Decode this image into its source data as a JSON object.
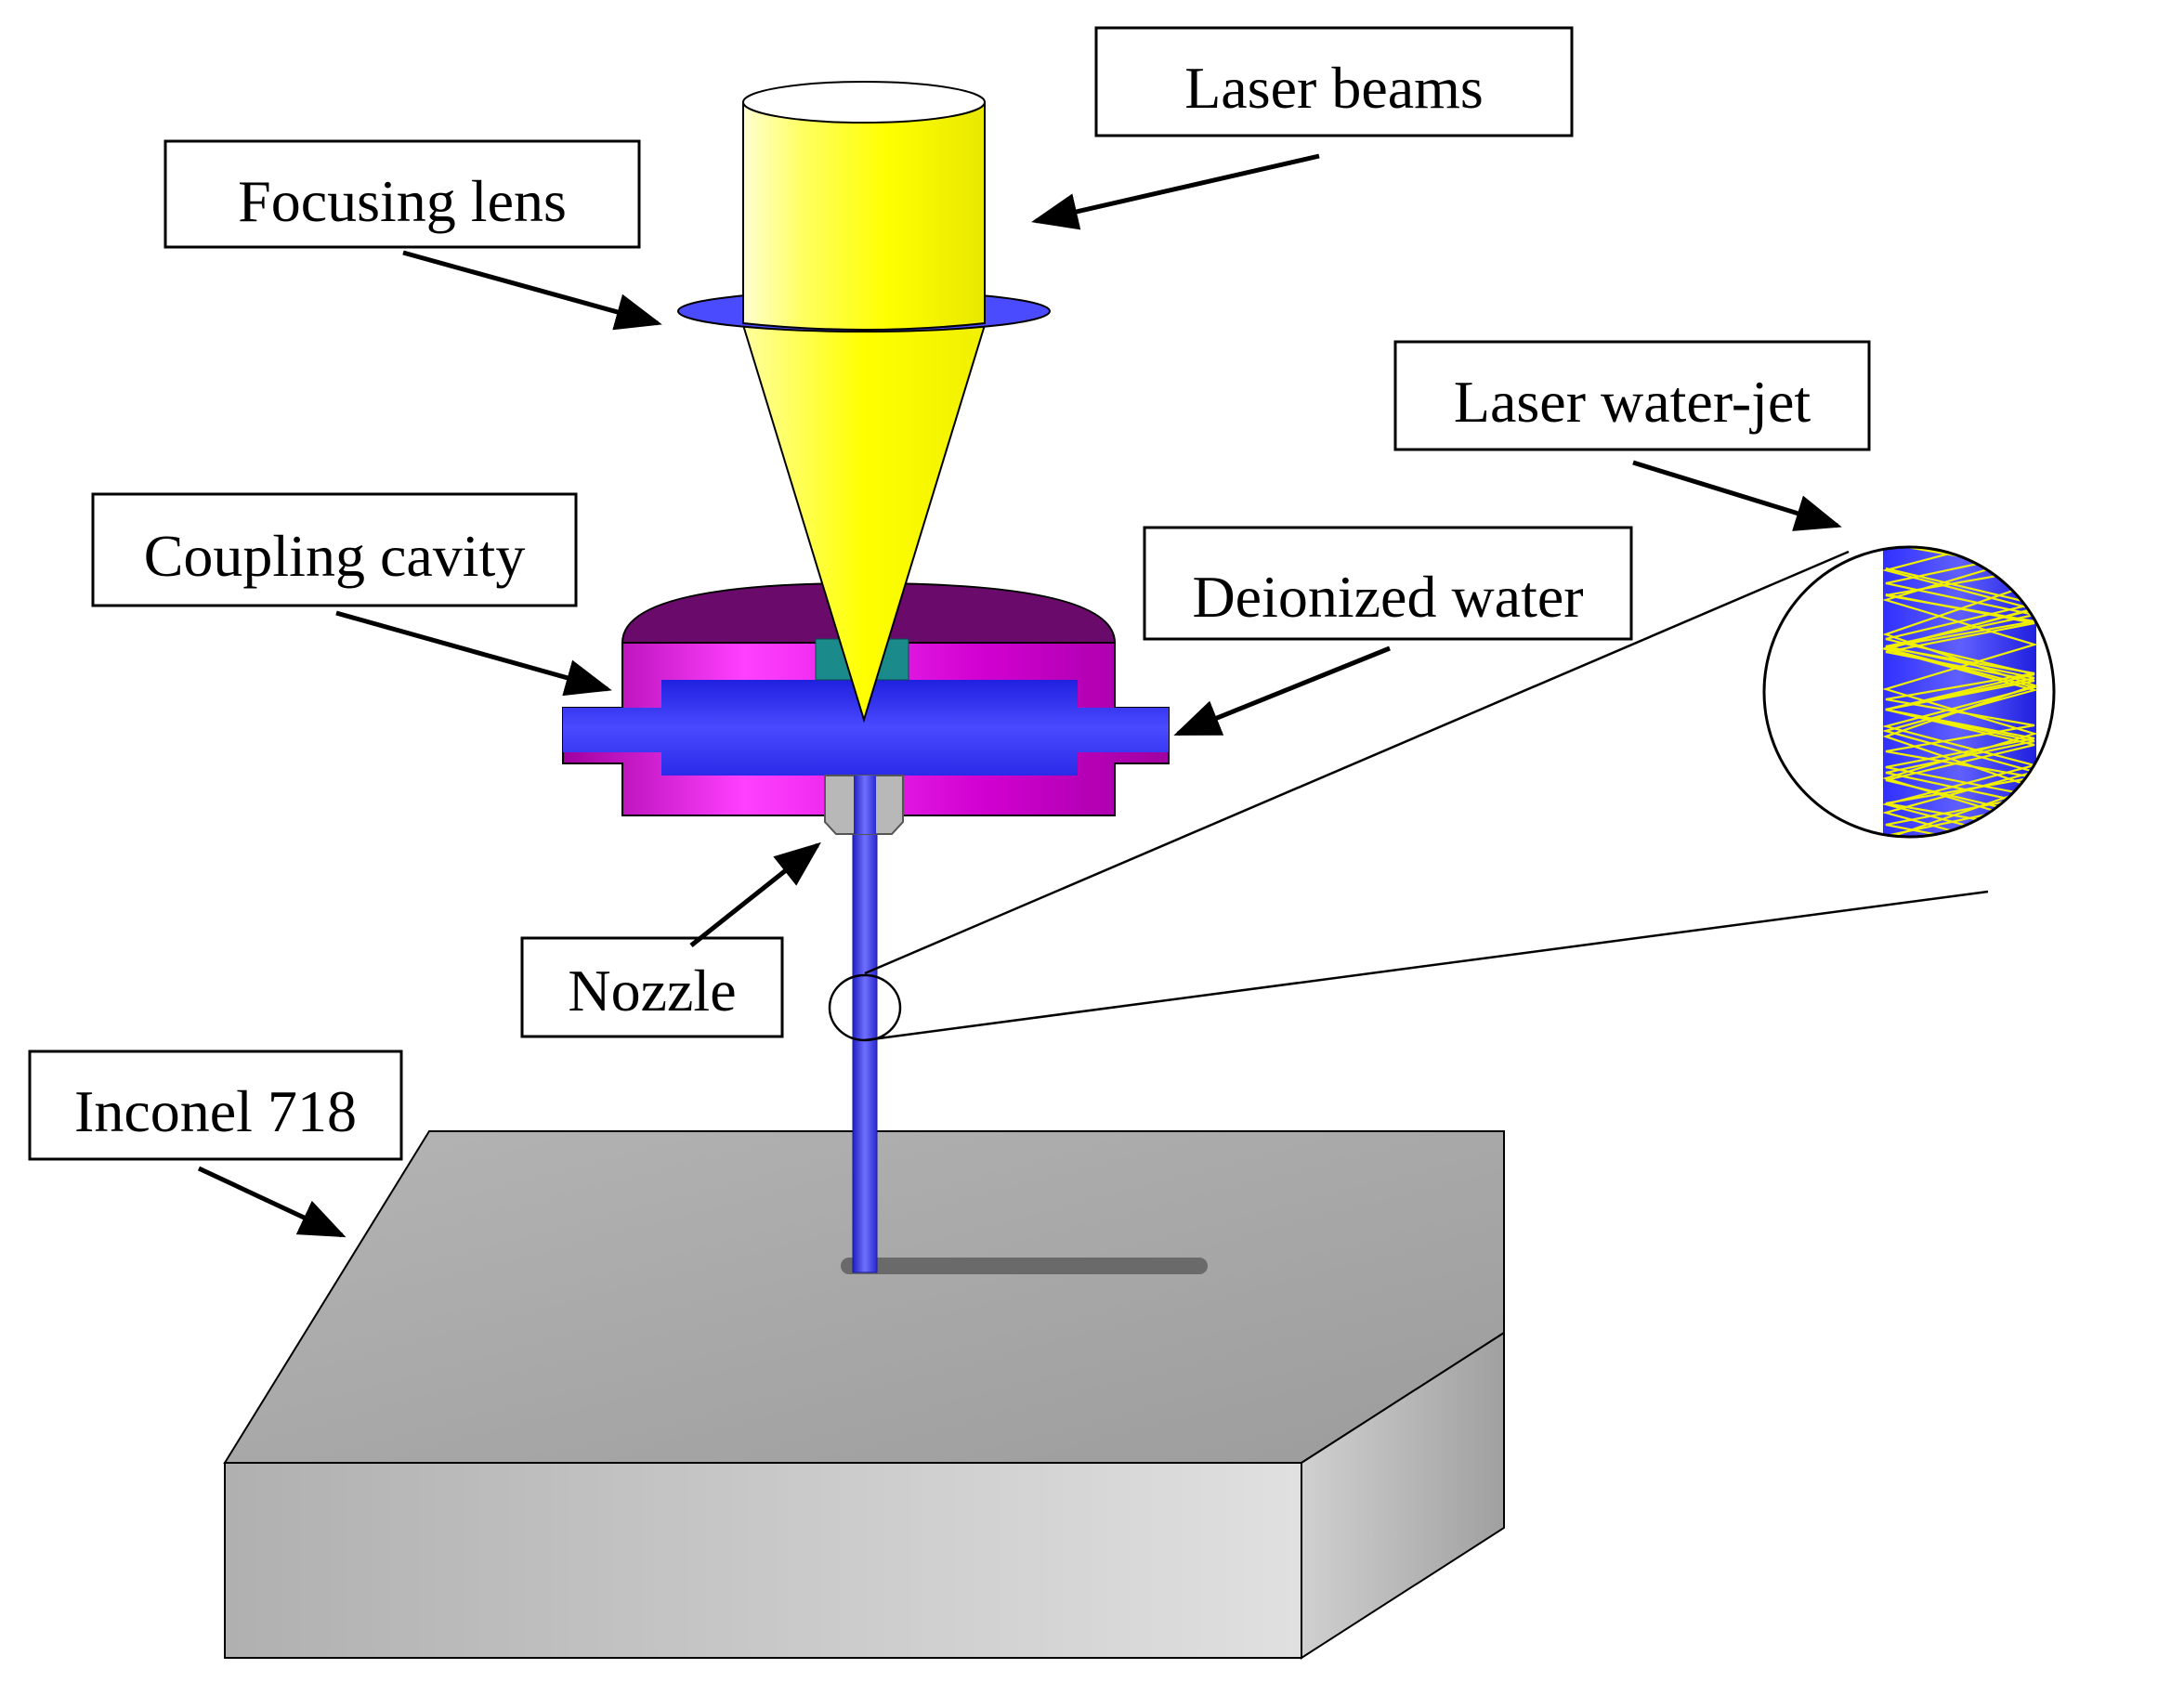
{
  "labels": {
    "laser_beams": "Laser beams",
    "focusing_lens": "Focusing lens",
    "laser_water_jet": "Laser water-jet",
    "coupling_cavity": "Coupling cavity",
    "deionized_water": "Deionized water",
    "nozzle": "Nozzle",
    "inconel": "Inconel 718"
  },
  "colors": {
    "laser_yellow": "#ffff00",
    "water_blue": "#2a2aff",
    "cavity_purple": "#c000c0",
    "cavity_top": "#6a0a6a",
    "nozzle_gray": "#b8b8b8",
    "workpiece_gray": "#a8a8a8",
    "teal": "#1a8a8a"
  }
}
